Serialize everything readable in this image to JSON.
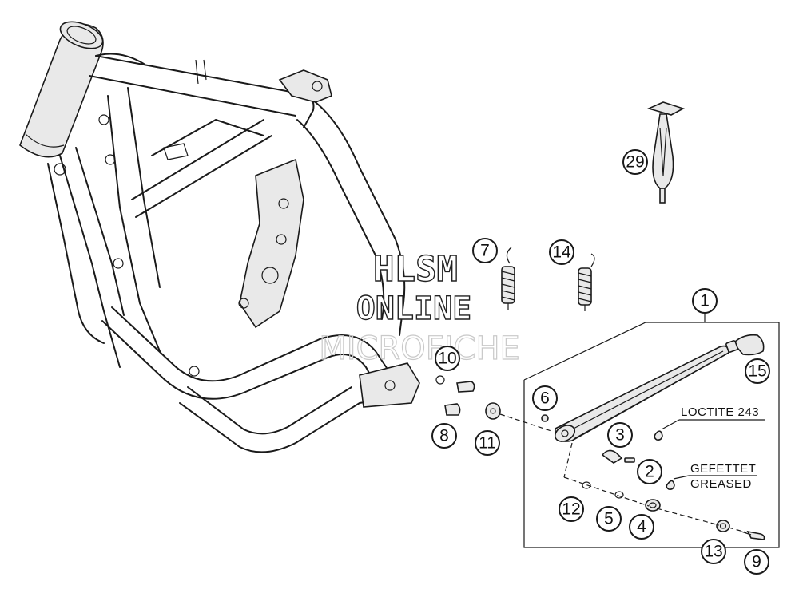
{
  "watermark": {
    "line1": "HLSM",
    "line2": "ONLINE",
    "line3": "MICROFICHE"
  },
  "notes": {
    "loctite": "LOCTITE 243",
    "grease_de": "GEFETTET",
    "grease_en": "GREASED"
  },
  "callouts": {
    "c1": "1",
    "c2": "2",
    "c3": "3",
    "c4": "4",
    "c5": "5",
    "c6": "6",
    "c7": "7",
    "c8": "8",
    "c9": "9",
    "c10": "10",
    "c11": "11",
    "c12": "12",
    "c13": "13",
    "c14": "14",
    "c15": "15",
    "c29": "29"
  }
}
